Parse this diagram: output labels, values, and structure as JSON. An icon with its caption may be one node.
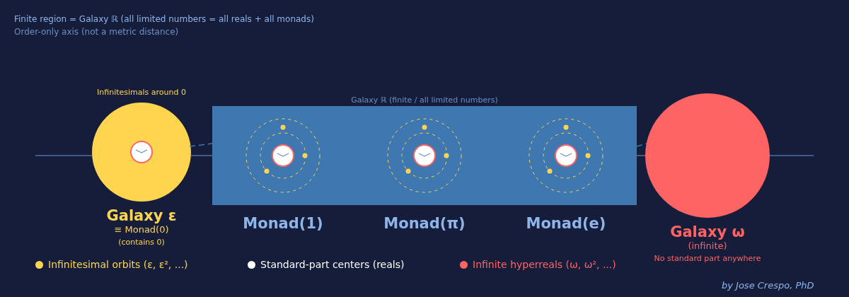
{
  "diagram": {
    "nodes": [
      {
        "text": [
          "Infinitesimals around 0",
          "Galaxy ε",
          "≡ Monad(0)",
          "(contains 0)"
        ]
      },
      {
        "text": [
          "Galaxy ℝ (finite / all limited numbers)"
        ]
      },
      {
        "text": [
          "Monad(1)"
        ],
        "in": 1
      },
      {
        "text": [
          "Monad(π)"
        ],
        "in": 1
      },
      {
        "text": [
          "Monad(e)"
        ],
        "in": 1
      },
      {
        "text": [
          "Galaxy ω",
          "(infinite)",
          "No standard part anywhere"
        ]
      }
    ],
    "edges": [
      {
        "from": 0,
        "to": 1,
        "arrow": "none",
        "style": "dashed"
      },
      {
        "from": 1,
        "to": 5,
        "arrow": "none",
        "style": "dashed"
      }
    ],
    "labels": [
      "Finite region = Galaxy ℝ (all limited numbers = all reals + all monads)",
      "Order-only axis (not a metric distance)",
      "by Jose Crespo, PhD"
    ],
    "legend": [
      {
        "text": "Infinitesimal orbits (ε, ε², ...)",
        "color": "#ffd54f"
      },
      {
        "text": "Standard-part centers (reals)",
        "color": "#ffffff"
      },
      {
        "text": "Infinite hyperreals (ω, ω², ...)",
        "color": "#ff6464"
      }
    ]
  }
}
